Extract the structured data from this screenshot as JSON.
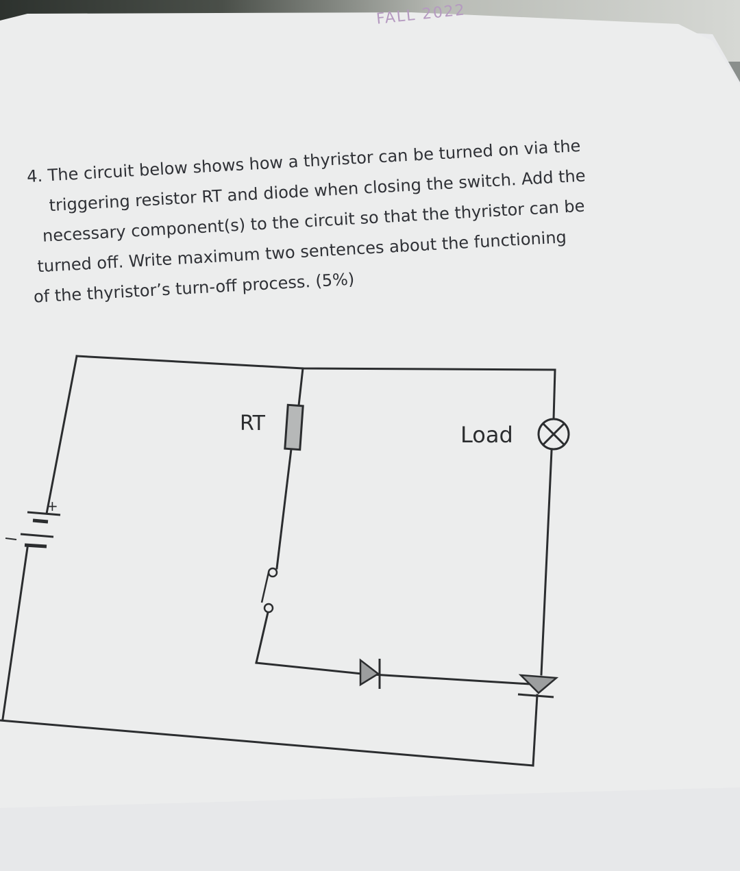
{
  "header": {
    "handwritten_note": "FALL 2022"
  },
  "question": {
    "lines": [
      "4. The circuit below shows how a thyristor can be turned on via the",
      "triggering resistor RT and diode when closing the switch. Add the",
      "necessary component(s) to the circuit so that the thyristor can be",
      "turned off. Write maximum two sentences about the functioning",
      "of the thyristor’s turn-off process. (5%)"
    ]
  },
  "circuit": {
    "resistor_label": "RT",
    "load_label": "Load",
    "battery_plus": "+",
    "components": [
      "battery",
      "resistor-RT",
      "switch",
      "diode",
      "thyristor",
      "load-lamp"
    ]
  }
}
